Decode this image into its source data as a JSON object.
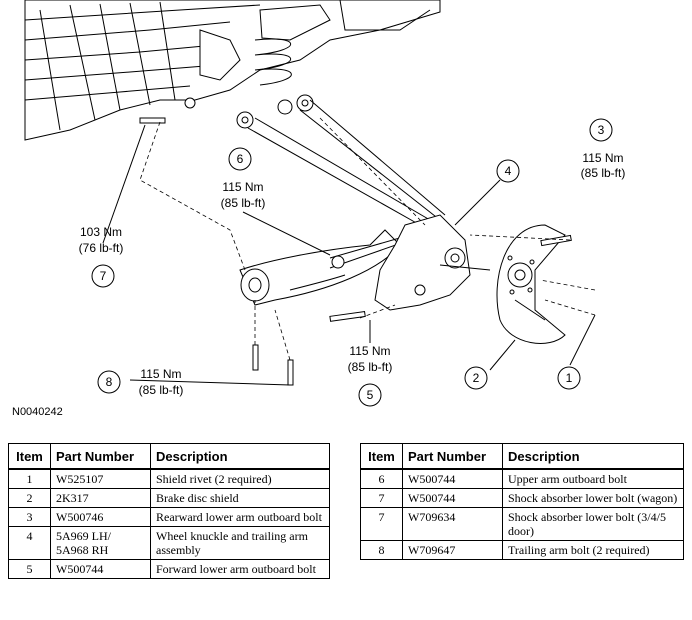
{
  "diagram": {
    "figure_id": "N0040242",
    "callouts": [
      {
        "num": "3",
        "torque_nm": "115 Nm",
        "torque_lbft": "(85 lb-ft)"
      },
      {
        "num": "4"
      },
      {
        "num": "6",
        "torque_nm": "115 Nm",
        "torque_lbft": "(85 lb-ft)"
      },
      {
        "num": "7",
        "torque_nm": "103 Nm",
        "torque_lbft": "(76 lb-ft)"
      },
      {
        "num": "5",
        "torque_nm": "115 Nm",
        "torque_lbft": "(85 lb-ft)"
      },
      {
        "num": "8",
        "torque_nm": "115 Nm",
        "torque_lbft": "(85 lb-ft)"
      },
      {
        "num": "2"
      },
      {
        "num": "1"
      }
    ]
  },
  "table_left": {
    "headers": {
      "item": "Item",
      "part": "Part Number",
      "desc": "Description"
    },
    "rows": [
      {
        "item": "1",
        "part": "W525107",
        "desc": "Shield rivet (2 required)"
      },
      {
        "item": "2",
        "part": "2K317",
        "desc": "Brake disc shield"
      },
      {
        "item": "3",
        "part": "W500746",
        "desc": "Rearward lower arm outboard bolt"
      },
      {
        "item": "4",
        "part": "5A969 LH/ 5A968 RH",
        "desc": "Wheel knuckle and trailing arm assembly"
      },
      {
        "item": "5",
        "part": "W500744",
        "desc": "Forward lower arm outboard bolt"
      }
    ]
  },
  "table_right": {
    "headers": {
      "item": "Item",
      "part": "Part Number",
      "desc": "Description"
    },
    "rows": [
      {
        "item": "6",
        "part": "W500744",
        "desc": "Upper arm outboard bolt"
      },
      {
        "item": "7",
        "part": "W500744",
        "desc": "Shock absorber lower bolt (wagon)"
      },
      {
        "item": "7",
        "part": "W709634",
        "desc": "Shock absorber lower bolt (3/4/5 door)"
      },
      {
        "item": "8",
        "part": "W709647",
        "desc": "Trailing arm bolt (2 required)"
      }
    ]
  }
}
